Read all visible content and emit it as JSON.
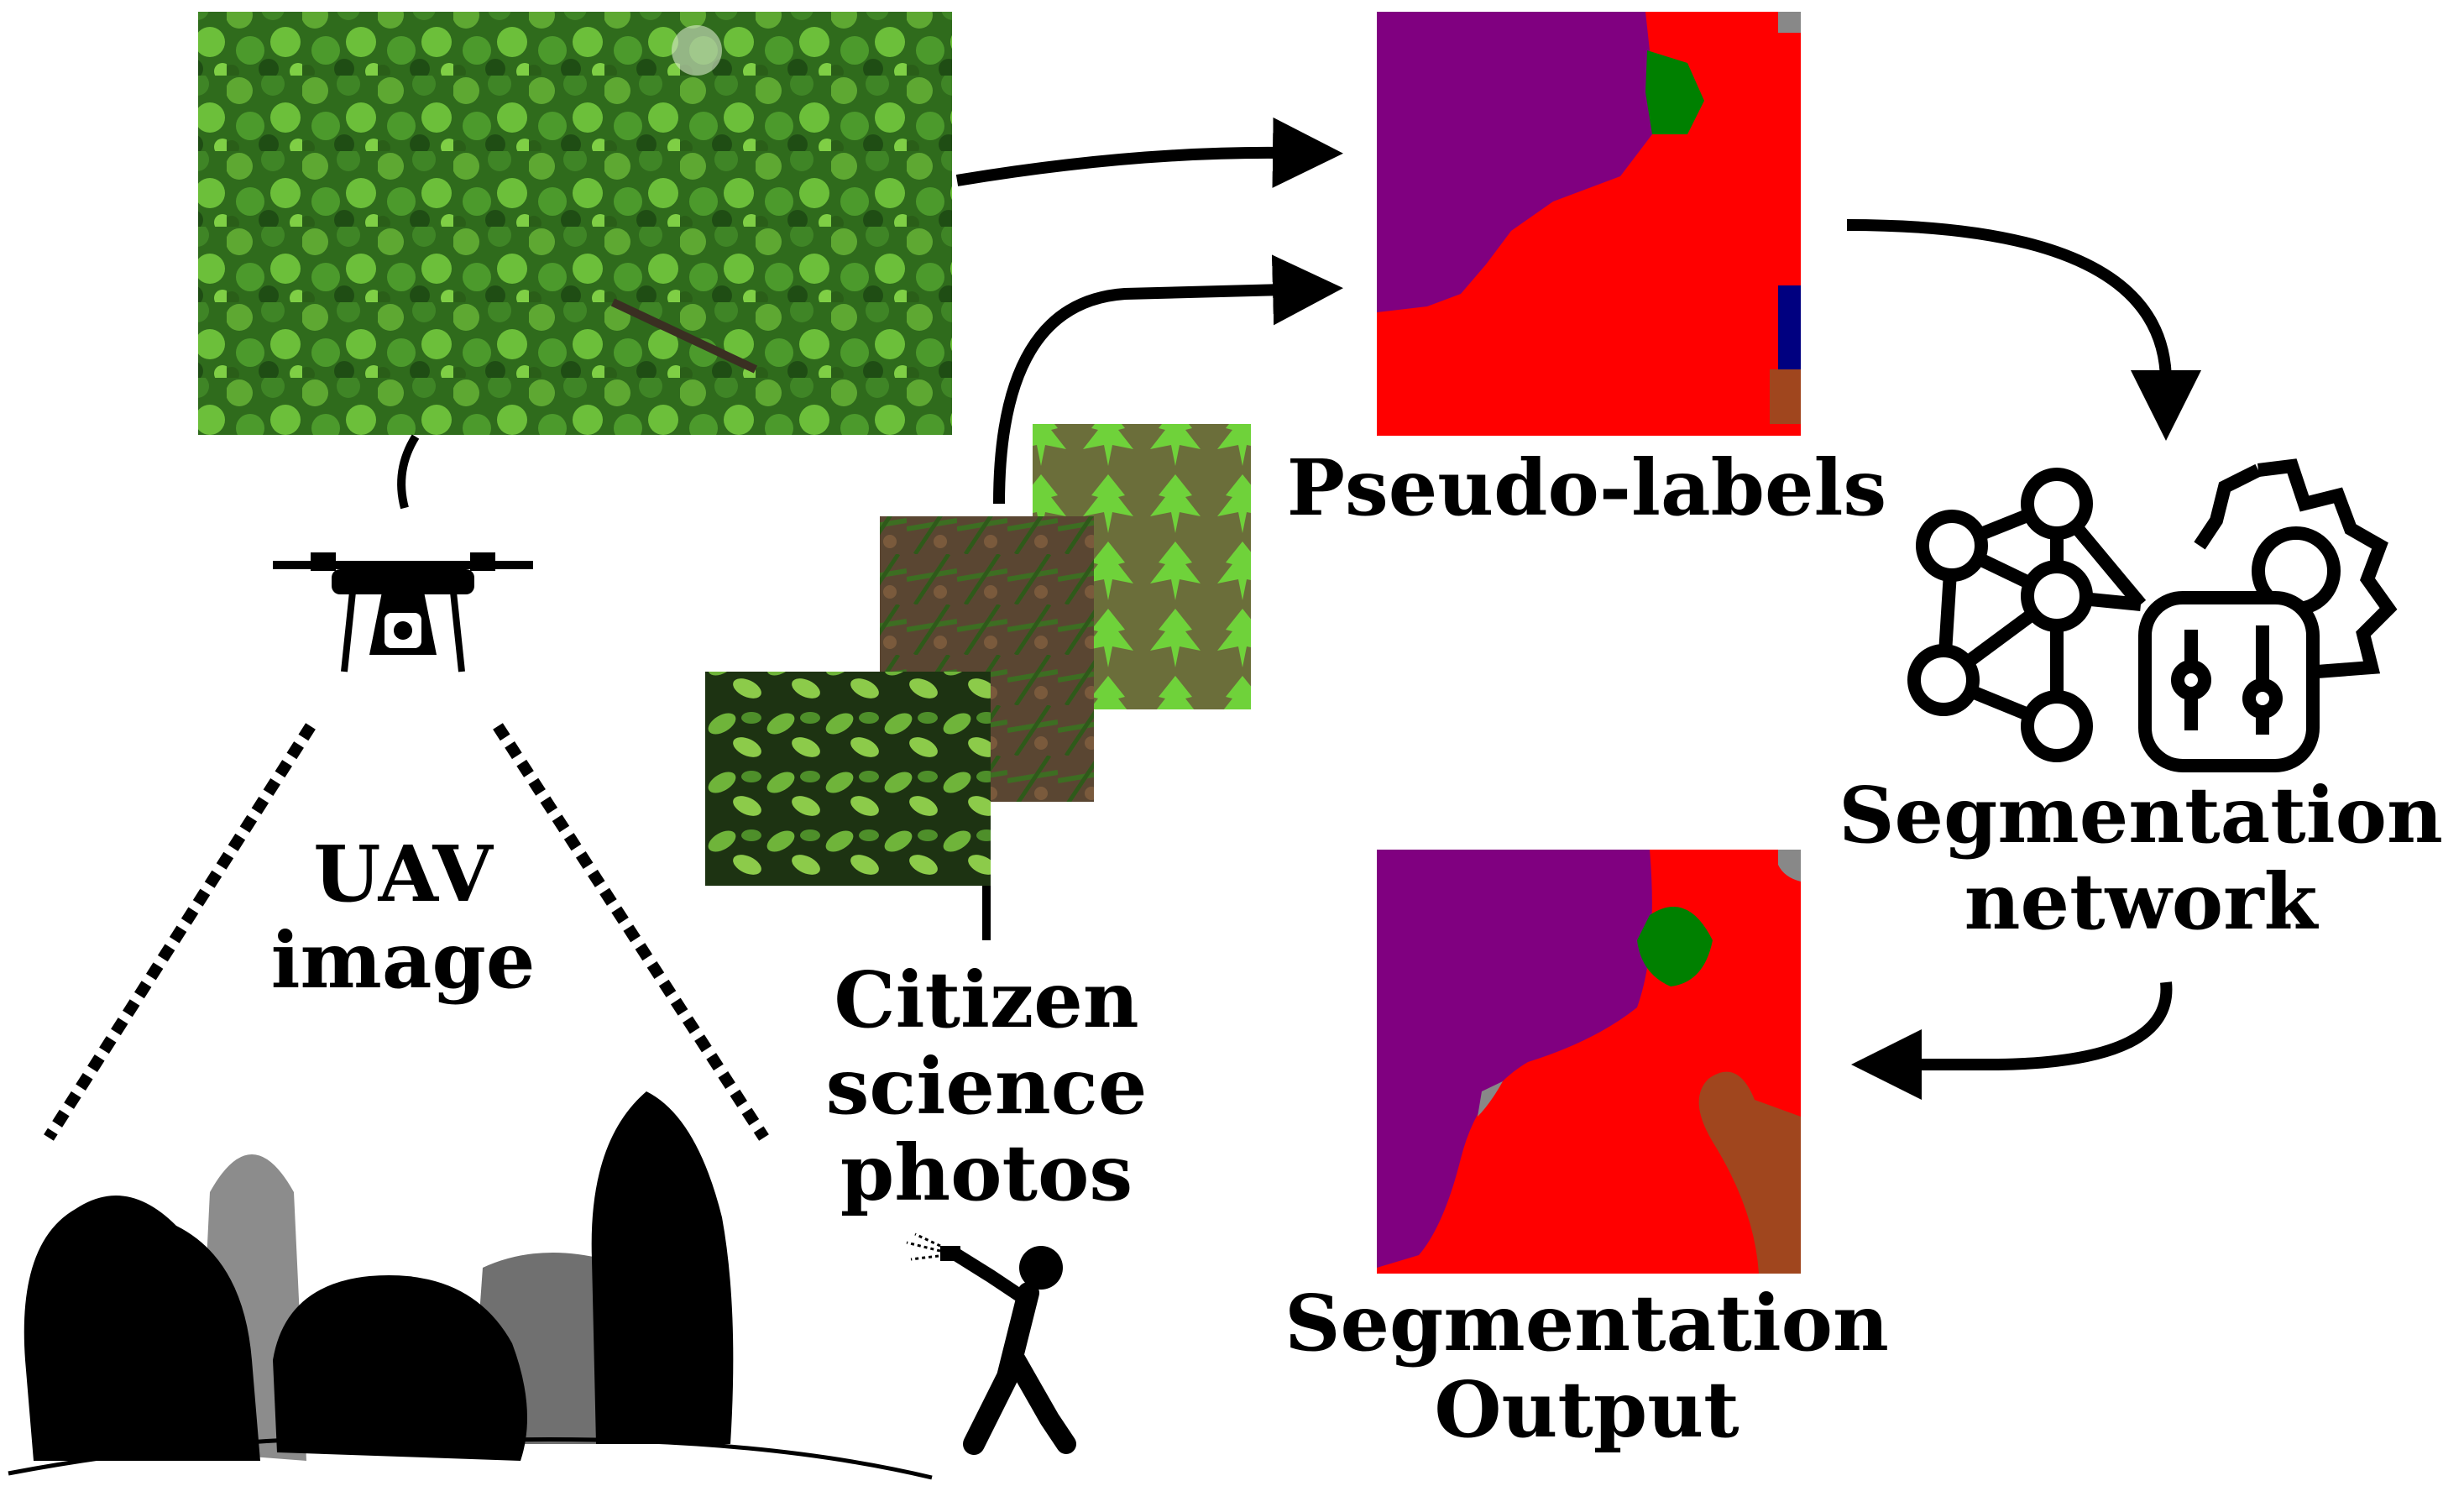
{
  "labels": {
    "uav_image": [
      "UAV",
      "image"
    ],
    "citizen_photos": [
      "Citizen",
      "science",
      "photos"
    ],
    "pseudo_labels": "Pseudo-labels",
    "segmentation_network": [
      "Segmentation",
      "network"
    ],
    "segmentation_output": [
      "Segmentation",
      "Output"
    ]
  },
  "colors": {
    "class_purple": "#800080",
    "class_red": "#ff0000",
    "class_green": "#008000",
    "class_navy": "#000080",
    "class_brown": "#a0461e",
    "class_gray": "#888888",
    "foliage_dark": "#1f4d14",
    "foliage_light": "#6cbf3a",
    "ink": "#000000"
  },
  "icons": [
    "drone-icon",
    "tree-silhouette-icon",
    "photographer-icon",
    "neural-network-icon",
    "gear-icon",
    "control-panel-icon",
    "arrow-icon"
  ]
}
